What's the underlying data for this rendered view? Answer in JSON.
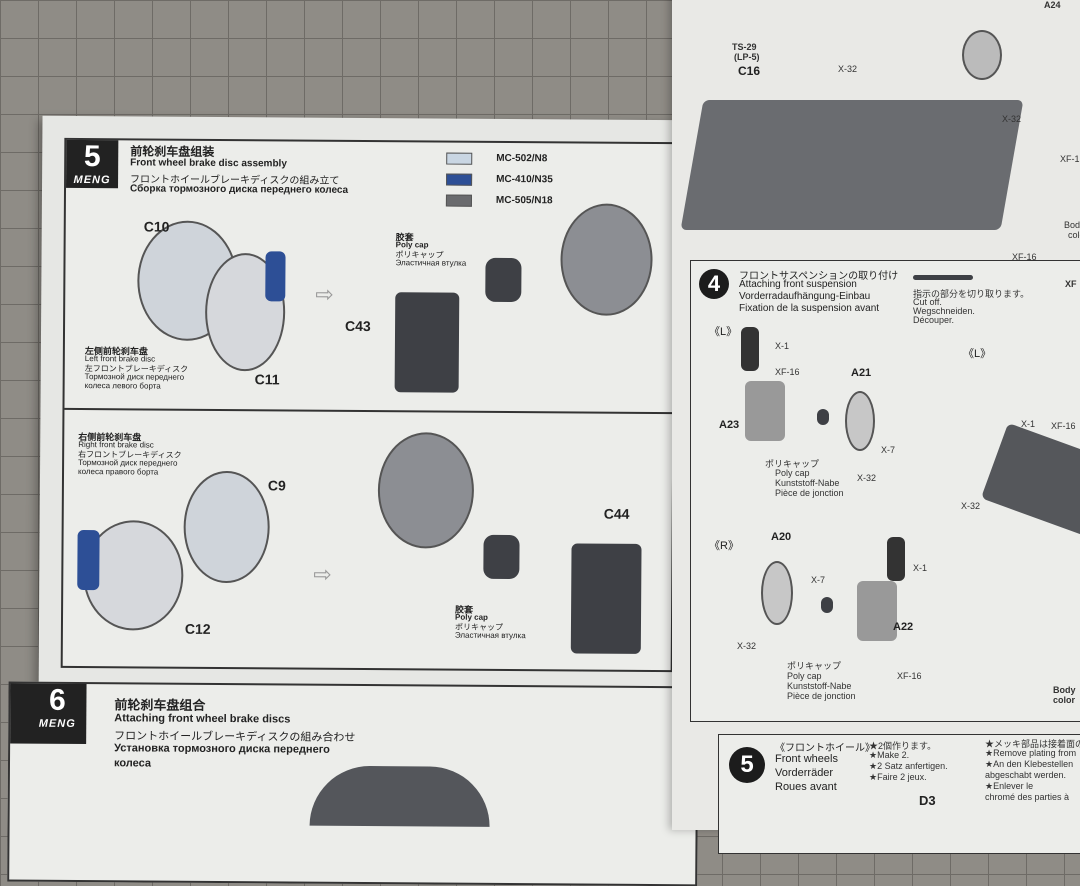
{
  "left_page": {
    "step5": {
      "number": "5",
      "brand": "MENG",
      "title_zh": "前轮刹车盘组装",
      "title_en": "Front wheel brake disc assembly",
      "title_ja": "フロントホイールブレーキディスクの組み立て",
      "title_ru": "Сборка тормозного диска переднего колеса",
      "paints": [
        {
          "code": "MC-502/N8",
          "color": "#c9d6e3"
        },
        {
          "code": "MC-410/N35",
          "color": "#2d4f96"
        },
        {
          "code": "MC-505/N18",
          "color": "#6a6b6e"
        }
      ],
      "left_disc": {
        "zh": "左侧前轮刹车盘",
        "en": "Left front brake disc",
        "ja": "左フロントブレーキディスク",
        "ru1": "Тормозной диск переднего",
        "ru2": "колеса левого борта"
      },
      "right_disc": {
        "zh": "右侧前轮刹车盘",
        "en": "Right front brake disc",
        "ja": "右フロントブレーキディスク",
        "ru1": "Тормозной диск переднего",
        "ru2": "колеса правого борта"
      },
      "polycap": {
        "zh": "胶套",
        "en": "Poly cap",
        "ja": "ポリキャップ",
        "ru": "Эластичная втулка"
      },
      "parts": [
        "C10",
        "C11",
        "C43",
        "C9",
        "C12",
        "C44"
      ]
    },
    "step6": {
      "number": "6",
      "brand": "MENG",
      "title_zh": "前轮刹车盘组合",
      "title_en": "Attaching front wheel brake discs",
      "title_ja": "フロントホイールブレーキディスクの組み合わせ",
      "title_ru1": "Установка тормозного диска переднего",
      "title_ru2": "колеса"
    }
  },
  "right_page": {
    "top_labels": [
      "TS-29",
      "(LP-5)",
      "C16",
      "X-32",
      "A24",
      "X-32",
      "XF-1",
      "XF-16",
      "Body",
      "colo"
    ],
    "step4": {
      "number": "4",
      "title_ja": "フロントサスペンションの取り付け",
      "title_en": "Attaching front suspension",
      "title_de": "Vorderradaufhängung-Einbau",
      "title_fr": "Fixation de la suspension avant",
      "cut_ja": "指示の部分を切り取ります。",
      "cut_en": "Cut off.",
      "cut_de": "Wegschneiden.",
      "cut_fr": "Découper.",
      "left": "《L》",
      "right": "《R》",
      "left2": "《L》",
      "polycap": {
        "ja": "ポリキャップ",
        "en": "Poly cap",
        "de": "Kunststoff-Nabe",
        "fr": "Pièce de jonction"
      },
      "labels_l": [
        "X-1",
        "XF-16",
        "A21",
        "A23",
        "X-7",
        "X-32"
      ],
      "labels_r": [
        "A20",
        "X-7",
        "X-1",
        "A22",
        "X-32",
        "XF-16"
      ],
      "labels_side": [
        "XF",
        "X-1",
        "XF-16",
        "X-32",
        "Body",
        "color"
      ]
    },
    "step5": {
      "number": "5",
      "title_ja": "《フロントホイール》",
      "title_en": "Front wheels",
      "title_de": "Vorderräder",
      "title_fr": "Roues avant",
      "notes": [
        "★2個作ります。",
        "★Make 2.",
        "★2 Satz anfertigen.",
        "★Faire 2 jeux."
      ],
      "notes2": [
        "★メッキ部品は接着面の",
        "★Remove plating from",
        "★An den Klebestellen",
        "abgeschabt werden.",
        "★Enlever le",
        "chromé des parties à"
      ],
      "part": "D3"
    }
  }
}
